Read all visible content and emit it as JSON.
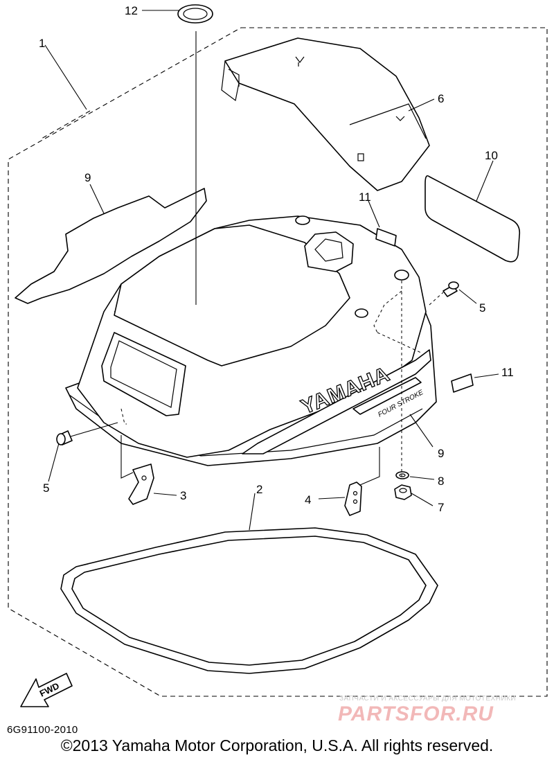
{
  "callouts": [
    {
      "id": "c12",
      "label": "12"
    },
    {
      "id": "c1",
      "label": "1"
    },
    {
      "id": "c6",
      "label": "6"
    },
    {
      "id": "c10",
      "label": "10"
    },
    {
      "id": "c9a",
      "label": "9"
    },
    {
      "id": "c11a",
      "label": "11"
    },
    {
      "id": "c5a",
      "label": "5"
    },
    {
      "id": "c11b",
      "label": "11"
    },
    {
      "id": "c9b",
      "label": "9"
    },
    {
      "id": "c5b",
      "label": "5"
    },
    {
      "id": "c3",
      "label": "3"
    },
    {
      "id": "c2",
      "label": "2"
    },
    {
      "id": "c4",
      "label": "4"
    },
    {
      "id": "c8",
      "label": "8"
    },
    {
      "id": "c7",
      "label": "7"
    }
  ],
  "cowl_brand": "YAMAHA",
  "side_decal": "FOUR STROKE",
  "fwd_label": "FWD",
  "diagram_code": "6G91100-2010",
  "copyright": "©2013 Yamaha Motor Corporation, U.S.A. All rights reserved.",
  "watermark": {
    "caption": "ЗАПЧАСТИ И АКСЕССУАРЫ ДЛЯ МОТОТЕХНИКИ",
    "logo": "PARTSFOR.RU"
  }
}
